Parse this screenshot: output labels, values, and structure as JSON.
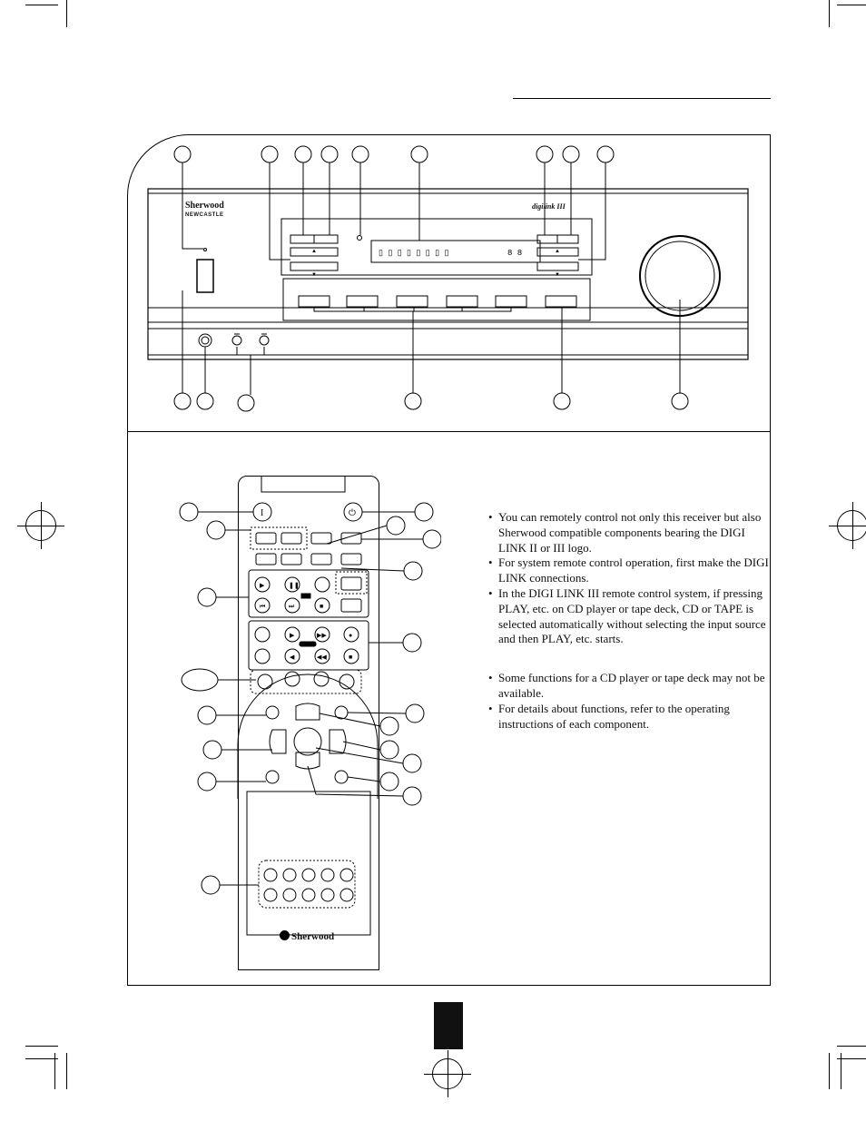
{
  "brand": {
    "front_logo": "Sherwood",
    "front_logo_sub": "NEWCASTLE",
    "digilink_logo": "digilink III",
    "remote_logo": "Sherwood"
  },
  "notes": {
    "remote_operation": [
      "You can remotely control not only this receiver but also Sherwood compatible components bearing the DIGI LINK II or III logo.",
      "For system remote control operation, first make the DIGI LINK connections.",
      "In the DIGI LINK III remote control system, if pressing PLAY, etc. on CD player or tape deck, CD or TAPE is selected automatically without selecting the input source and then PLAY, etc. starts."
    ],
    "component_functions": [
      "Some functions for a CD player or tape deck may not be available.",
      "For details about functions, refer to the operating instructions of each component."
    ]
  },
  "colors": {
    "ink": "#000000",
    "page_tab": "#111111"
  },
  "icons": [
    "registration-mark",
    "crop-mark",
    "play-icon",
    "pause-icon",
    "stop-icon",
    "skip-back-icon",
    "skip-forward-icon",
    "rewind-icon",
    "fast-forward-icon",
    "record-icon",
    "power-icon",
    "standby-icon",
    "arrow-up-icon",
    "arrow-down-icon",
    "arrow-left-icon",
    "arrow-right-icon"
  ]
}
